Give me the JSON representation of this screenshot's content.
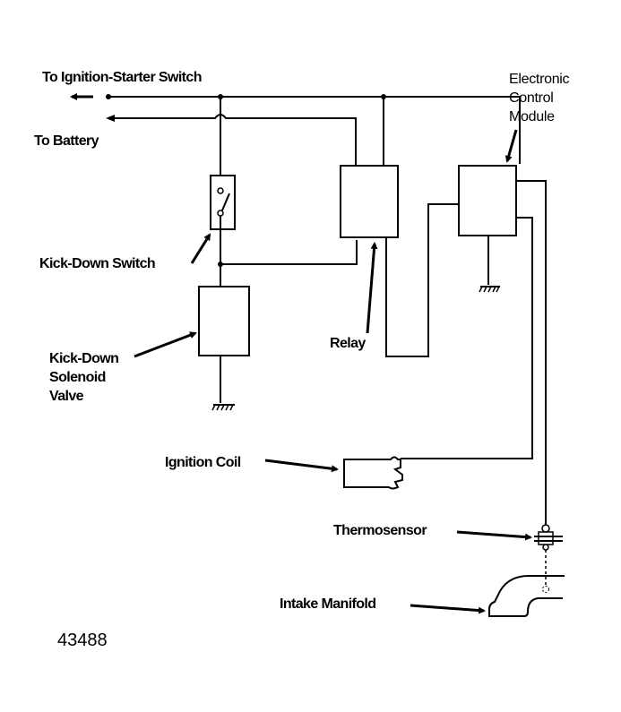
{
  "diagram": {
    "type": "wiring-schematic",
    "labels": {
      "ignition_starter_switch": "To Ignition-Starter Switch",
      "battery": "To Battery",
      "ecm_line1": "Electronic",
      "ecm_line2": "Control",
      "ecm_line3": "Module",
      "kickdown_switch": "Kick-Down Switch",
      "solenoid_line1": "Kick-Down",
      "solenoid_line2": "Solenoid",
      "solenoid_line3": "Valve",
      "relay": "Relay",
      "ignition_coil": "Ignition Coil",
      "thermosensor": "Thermosensor",
      "intake_manifold": "Intake Manifold",
      "figure_number": "43488"
    },
    "components": [
      "Kick-Down Switch",
      "Kick-Down Solenoid Valve",
      "Relay",
      "Electronic Control Module",
      "Ignition Coil",
      "Thermosensor",
      "Intake Manifold"
    ]
  }
}
